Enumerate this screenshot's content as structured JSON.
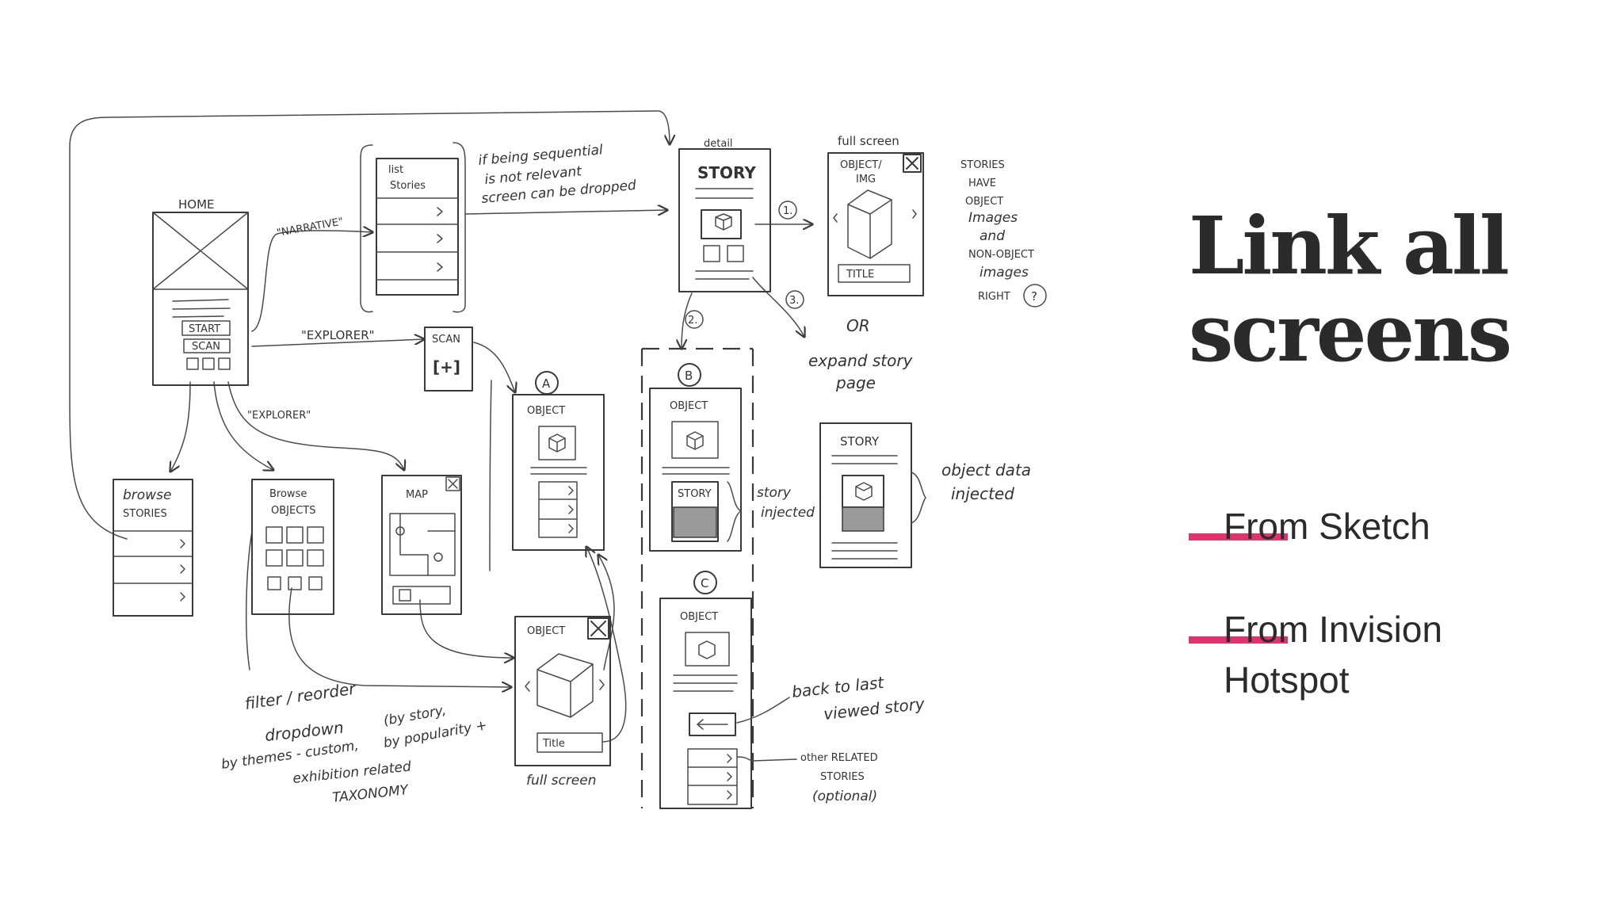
{
  "slide": {
    "title_line1": "Link all",
    "title_line2": "screens",
    "bullets": [
      {
        "line1": "From Sketch",
        "line2": ""
      },
      {
        "line1": "From Invision",
        "line2": "Hotspot"
      }
    ],
    "accent_color": "#e0336d"
  },
  "sketch": {
    "home": {
      "label": "HOME",
      "start": "START",
      "scan": "SCAN"
    },
    "list_stories": {
      "title_line1": "list",
      "title_line2": "Stories"
    },
    "edge_narrative": "\"NARRATIVE\"",
    "edge_explorer_1": "\"EXPLORER\"",
    "edge_explorer_2": "\"EXPLORER\"",
    "note_sequential": [
      "if being sequential",
      "is not relevant",
      "screen can be dropped"
    ],
    "detail": {
      "caption": "detail",
      "title": "STORY",
      "step1": "1.",
      "step2": "2.",
      "step3": "3."
    },
    "fullscreen_top": {
      "caption": "full screen",
      "label_line1": "OBJECT/",
      "label_line2": "IMG",
      "title": "TITLE"
    },
    "note_images": [
      "STORIES",
      "HAVE",
      "OBJECT",
      "Images",
      "and",
      "NON-OBJECT",
      "images",
      "RIGHT"
    ],
    "note_images_q": "?",
    "or_text": "OR",
    "note_expand": [
      "expand story",
      "page"
    ],
    "scan_screen": {
      "label": "SCAN",
      "icon": "[+]"
    },
    "object_a": {
      "marker": "A",
      "title": "OBJECT"
    },
    "object_b": {
      "marker": "B",
      "title": "OBJECT",
      "story": "STORY"
    },
    "note_story_injected": [
      "story",
      "injected"
    ],
    "story_screen": {
      "title": "STORY"
    },
    "note_object_injected": [
      "object data",
      "injected"
    ],
    "browse_stories": {
      "title_line1": "browse",
      "title_line2": "STORIES"
    },
    "browse_objects": {
      "title_line1": "Browse",
      "title_line2": "OBJECTS"
    },
    "map": {
      "title": "MAP"
    },
    "fullscreen_bottom": {
      "title": "OBJECT",
      "button": "Title",
      "caption": "full screen"
    },
    "object_c": {
      "marker": "C",
      "title": "OBJECT"
    },
    "note_back": [
      "back to last",
      "viewed story"
    ],
    "note_related": [
      "other RELATED",
      "STORIES",
      "(optional)"
    ],
    "note_filter": [
      "filter / reorder",
      "dropdown",
      "(by story,",
      "by popularity +",
      "by themes - custom,",
      "exhibition related",
      "TAXONOMY"
    ]
  }
}
